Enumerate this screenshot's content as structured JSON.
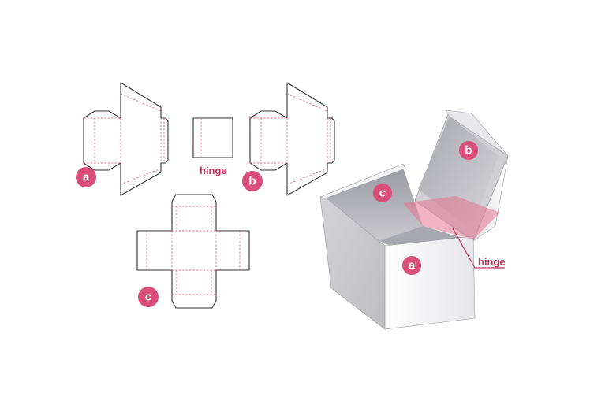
{
  "colors": {
    "accent": "#d94f7a",
    "label_text": "#c2325a",
    "cut_line": "#333333",
    "fold_line": "#e06a7a",
    "hinge_highlight": "#e4748f"
  },
  "labels": {
    "a": "a",
    "b": "b",
    "c": "c",
    "hinge": "hinge"
  },
  "box_labels": {
    "a": "a",
    "b": "b",
    "c": "c",
    "hinge": "hinge"
  }
}
